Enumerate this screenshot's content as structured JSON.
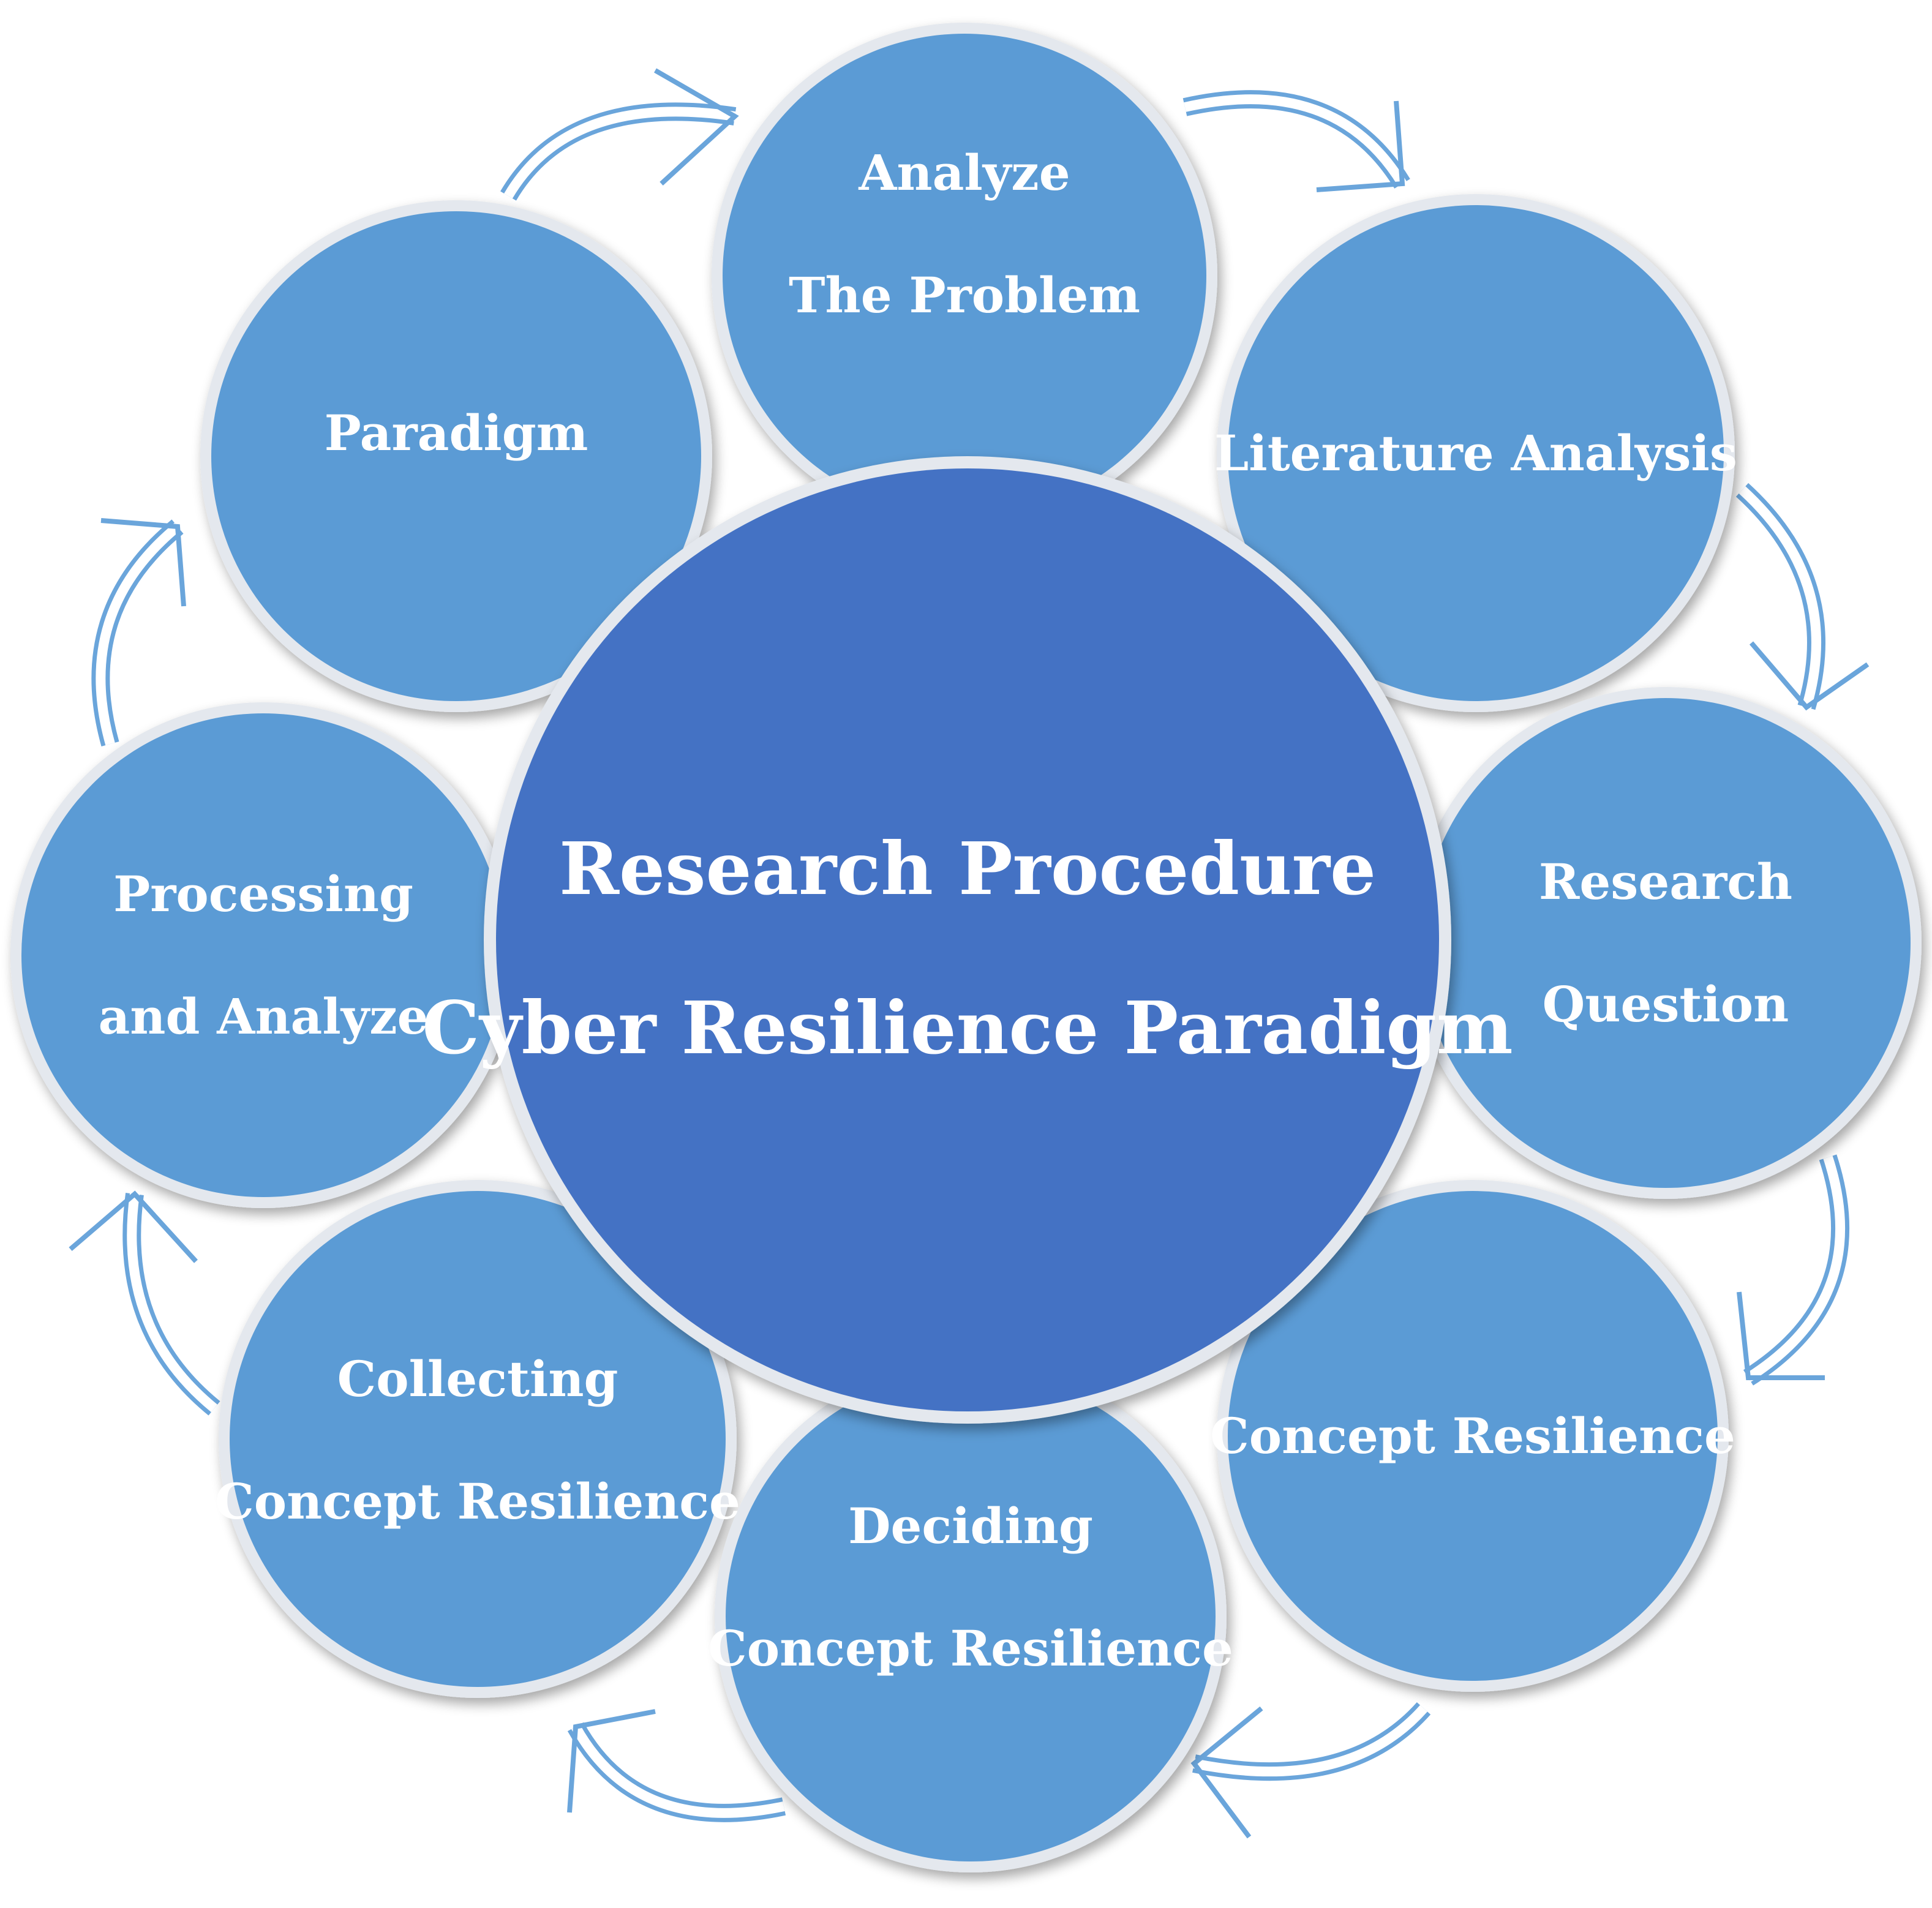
{
  "colors": {
    "satellite_fill": "#5b9bd5",
    "center_fill": "#4472c4",
    "ring": "#e4e8ee",
    "arrow": "#6aa5db",
    "text": "#ffffff"
  },
  "center": {
    "line1": "Research Procedure",
    "line2": "Cyber Resilience Paradigm"
  },
  "steps": [
    {
      "lines": [
        "Analyze",
        "The Problem"
      ]
    },
    {
      "lines": [
        "Literature Analysis"
      ]
    },
    {
      "lines": [
        "Research",
        "Question"
      ]
    },
    {
      "lines": [
        "Concept Resilience"
      ]
    },
    {
      "lines": [
        "Deciding",
        "Concept Resilience"
      ]
    },
    {
      "lines": [
        "Collecting",
        "Concept Resilience"
      ]
    },
    {
      "lines": [
        "Processing",
        "and Analyze"
      ]
    },
    {
      "lines": [
        "Paradigm"
      ]
    }
  ],
  "flow_direction": "clockwise"
}
